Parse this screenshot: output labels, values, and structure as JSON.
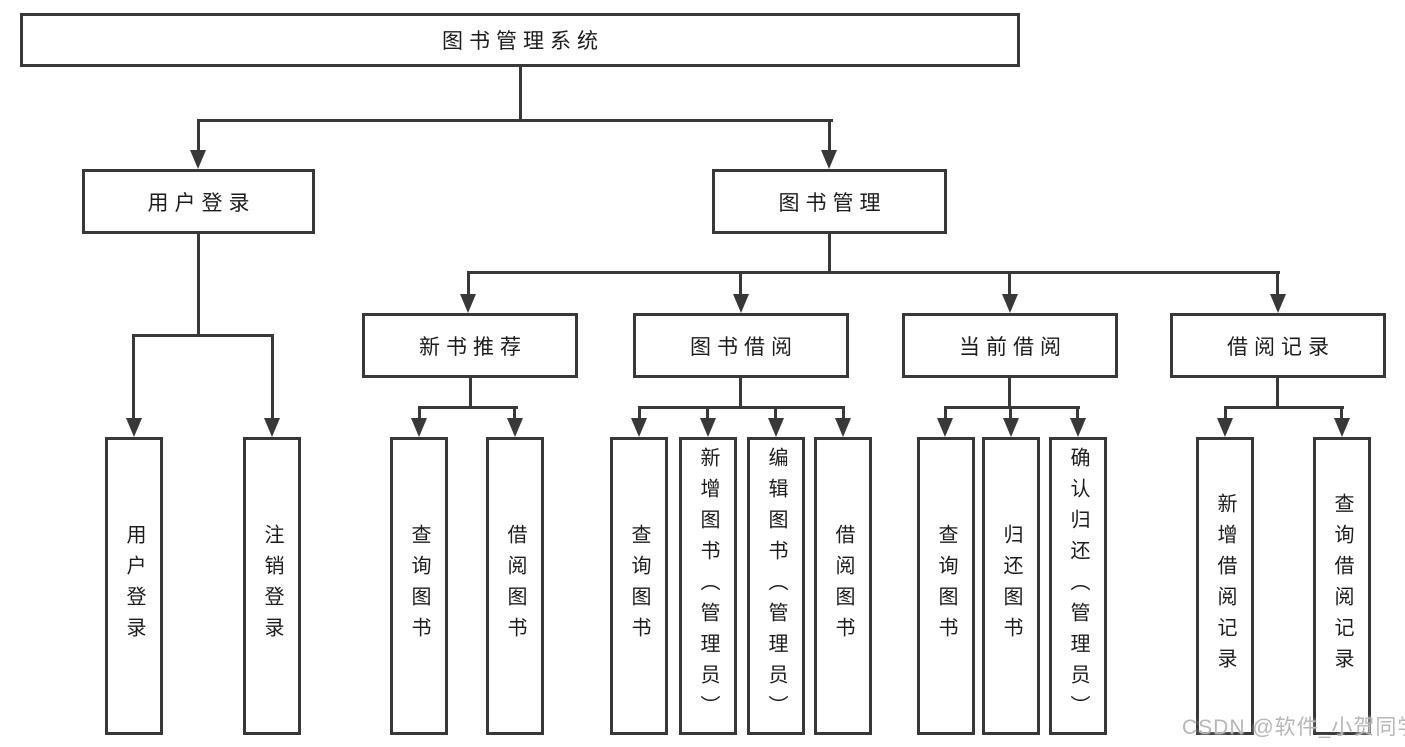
{
  "diagram": {
    "root": {
      "label": "图书管理系统"
    },
    "level2": [
      {
        "label": "用户登录"
      },
      {
        "label": "图书管理"
      }
    ],
    "level3": [
      {
        "label": "新书推荐",
        "parent": "图书管理"
      },
      {
        "label": "图书借阅",
        "parent": "图书管理"
      },
      {
        "label": "当前借阅",
        "parent": "图书管理"
      },
      {
        "label": "借阅记录",
        "parent": "图书管理"
      }
    ],
    "leaves": [
      {
        "label": "用户登录",
        "parent": "用户登录"
      },
      {
        "label": "注销登录",
        "parent": "用户登录"
      },
      {
        "label": "查询图书",
        "parent": "新书推荐"
      },
      {
        "label": "借阅图书",
        "parent": "新书推荐"
      },
      {
        "label": "查询图书",
        "parent": "图书借阅"
      },
      {
        "label": "新增图书（管理员）",
        "parent": "图书借阅"
      },
      {
        "label": "编辑图书（管理员）",
        "parent": "图书借阅"
      },
      {
        "label": "借阅图书",
        "parent": "图书借阅"
      },
      {
        "label": "查询图书",
        "parent": "当前借阅"
      },
      {
        "label": "归还图书",
        "parent": "当前借阅"
      },
      {
        "label": "确认归还（管理员）",
        "parent": "当前借阅"
      },
      {
        "label": "新增借阅记录",
        "parent": "借阅记录"
      },
      {
        "label": "查询借阅记录",
        "parent": "借阅记录"
      }
    ]
  },
  "watermark": {
    "text": "CSDN @软件_小贺同学"
  },
  "colors": {
    "line": "#383838",
    "text": "#1c1c1c",
    "background": "#ffffff",
    "watermark": "#b7b7b7"
  }
}
